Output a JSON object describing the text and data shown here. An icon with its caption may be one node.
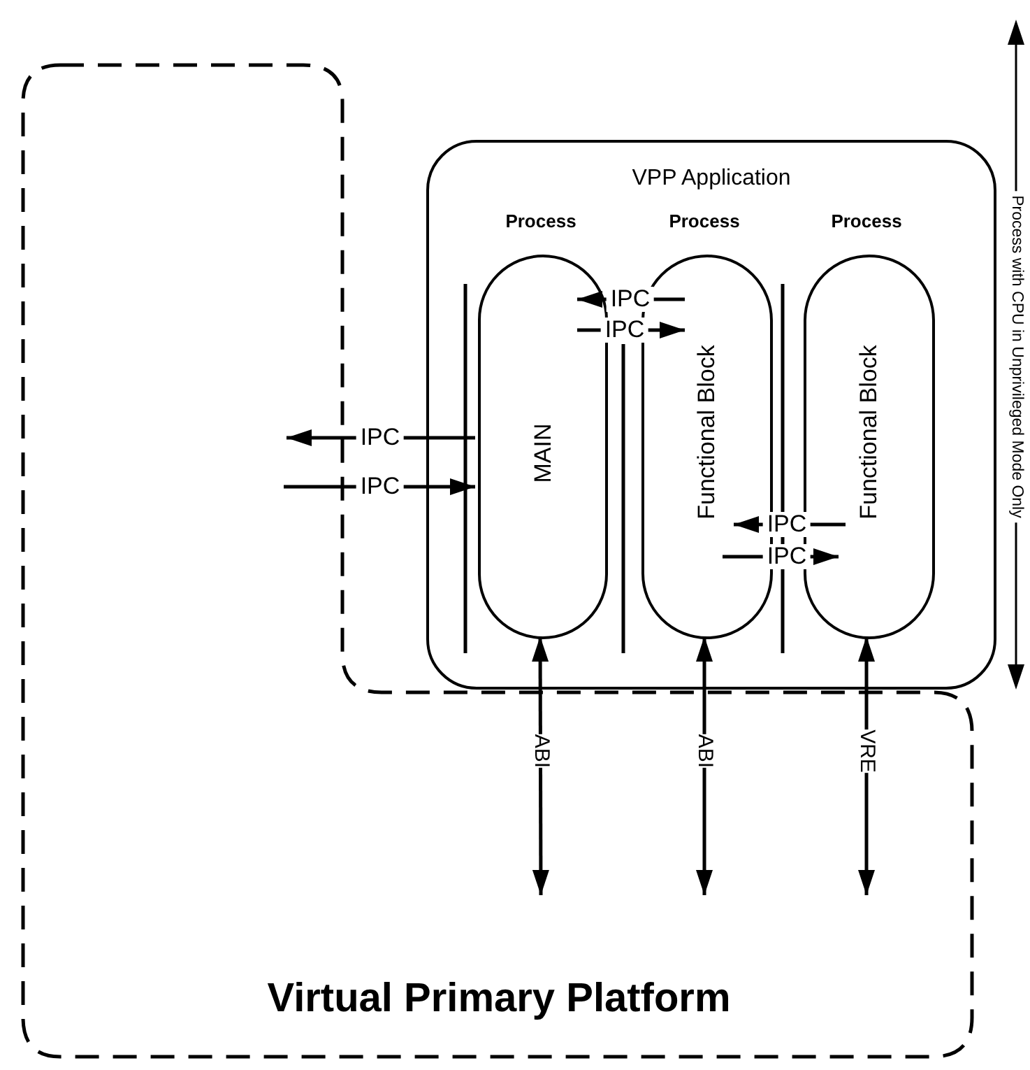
{
  "diagram": {
    "nodes": [
      {
        "text": [
          "Virtual Primary Platform"
        ]
      },
      {
        "text": [
          "VPP Application"
        ]
      },
      {
        "text": [
          "MAIN"
        ],
        "in": 1
      },
      {
        "text": [
          "Functional Block"
        ],
        "in": 1
      },
      {
        "text": [
          "Functional Block"
        ],
        "in": 1
      }
    ],
    "edges": [
      {
        "from": 3,
        "to": 2,
        "arrow": "to",
        "label": "IPC"
      },
      {
        "from": 2,
        "to": 3,
        "arrow": "to",
        "label": "IPC"
      },
      {
        "from": 2,
        "to": 0,
        "arrow": "to",
        "label": "IPC"
      },
      {
        "from": 0,
        "to": 2,
        "arrow": "to",
        "label": "IPC"
      },
      {
        "from": 4,
        "to": 3,
        "arrow": "to",
        "label": "IPC"
      },
      {
        "from": 3,
        "to": 4,
        "arrow": "to",
        "label": "IPC"
      },
      {
        "from": 2,
        "to": 0,
        "arrow": "both",
        "label": "ABI"
      },
      {
        "from": 3,
        "to": 0,
        "arrow": "both",
        "label": "ABI"
      },
      {
        "from": 4,
        "to": 0,
        "arrow": "both",
        "label": "VRE"
      }
    ],
    "labels": [
      "Process",
      "Process",
      "Process",
      "Process with CPU in Unprivileged Mode Only"
    ]
  }
}
